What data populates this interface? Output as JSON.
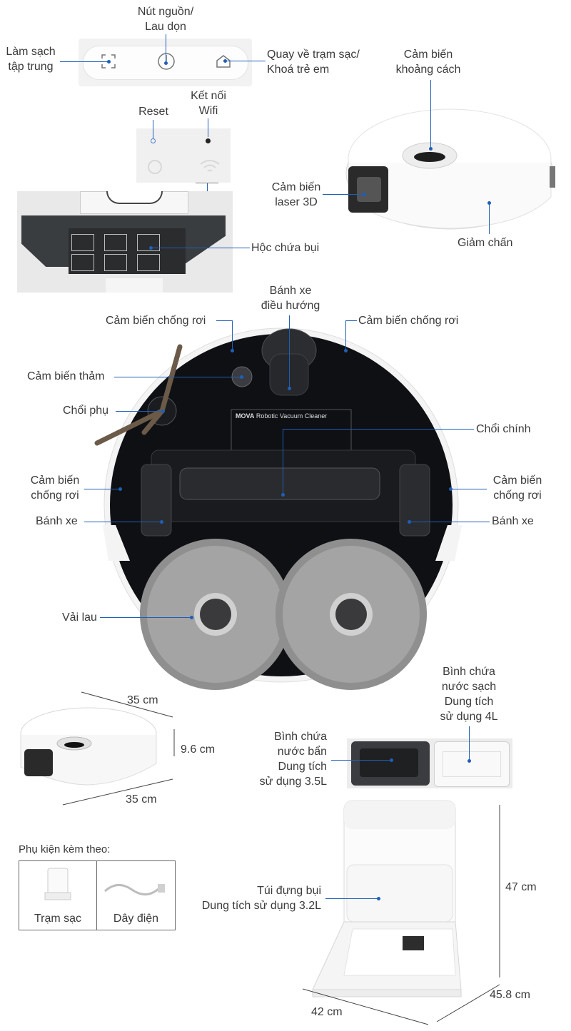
{
  "labels": {
    "power": [
      "Nút nguồn/",
      "Lau dọn"
    ],
    "spot": [
      "Làm sạch",
      "tập trung"
    ],
    "home": [
      "Quay về trạm sạc/",
      "Khoá trẻ em"
    ],
    "distance_sensor": [
      "Cảm biến",
      "khoảng cách"
    ],
    "reset": "Reset",
    "wifi": [
      "Kết nối",
      "Wifi"
    ],
    "laser": [
      "Cảm biến",
      "laser 3D"
    ],
    "bumper": "Giảm chấn",
    "dustbin": "Hộc chứa bụi",
    "nav_wheel": [
      "Bánh xe",
      "điều hướng"
    ],
    "cliff_left": "Cảm biến chống rơi",
    "cliff_right": "Cảm biến chống rơi",
    "carpet": "Cảm biến thảm",
    "side_brush": "Chổi phụ",
    "main_brush": "Chổi chính",
    "cliff_left2": [
      "Cảm biến",
      "chống rơi"
    ],
    "cliff_right2": [
      "Cảm biến",
      "chống rơi"
    ],
    "wheel_left": "Bánh xe",
    "wheel_right": "Bánh xe",
    "mop": "Vải lau",
    "clean_tank": [
      "Bình chứa",
      "nước sạch",
      "Dung tích",
      "sử dụng 4L"
    ],
    "dirty_tank": [
      "Bình chứa",
      "nước bẩn",
      "Dung tích",
      "sử dụng 3.5L"
    ],
    "dust_bag": [
      "Túi đựng bụi",
      "Dung tích sử dụng 3.2L"
    ]
  },
  "dimensions": {
    "robot_top": "35 cm",
    "robot_height": "9.6 cm",
    "robot_bottom": "35 cm",
    "station_height": "47 cm",
    "station_width": "42 cm",
    "station_depth": "45.8 cm"
  },
  "accessories": {
    "title": "Phụ kiện kèm theo:",
    "items": [
      "Trạm sạc",
      "Dây điện"
    ]
  },
  "product_label": {
    "brand": "MOVA",
    "name": "Robotic Vacuum Cleaner"
  },
  "colors": {
    "callout": "#1f5fb8",
    "text": "#3b3b3b"
  }
}
